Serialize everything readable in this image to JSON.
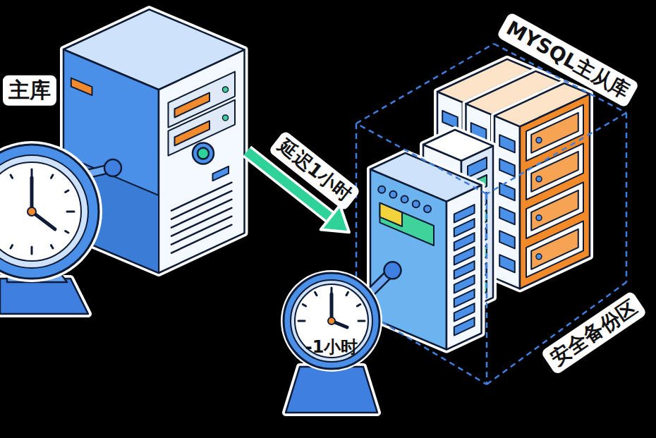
{
  "diagram": {
    "nodes": [
      {
        "text": [
          "主库"
        ]
      },
      {
        "text": [
          "MYSQL主从库",
          "安全备份区"
        ]
      },
      {
        "text": [
          "-1小时"
        ]
      }
    ],
    "edges": [
      {
        "from": 0,
        "to": 1,
        "label": "延迟1小时",
        "arrow": "to"
      }
    ]
  }
}
